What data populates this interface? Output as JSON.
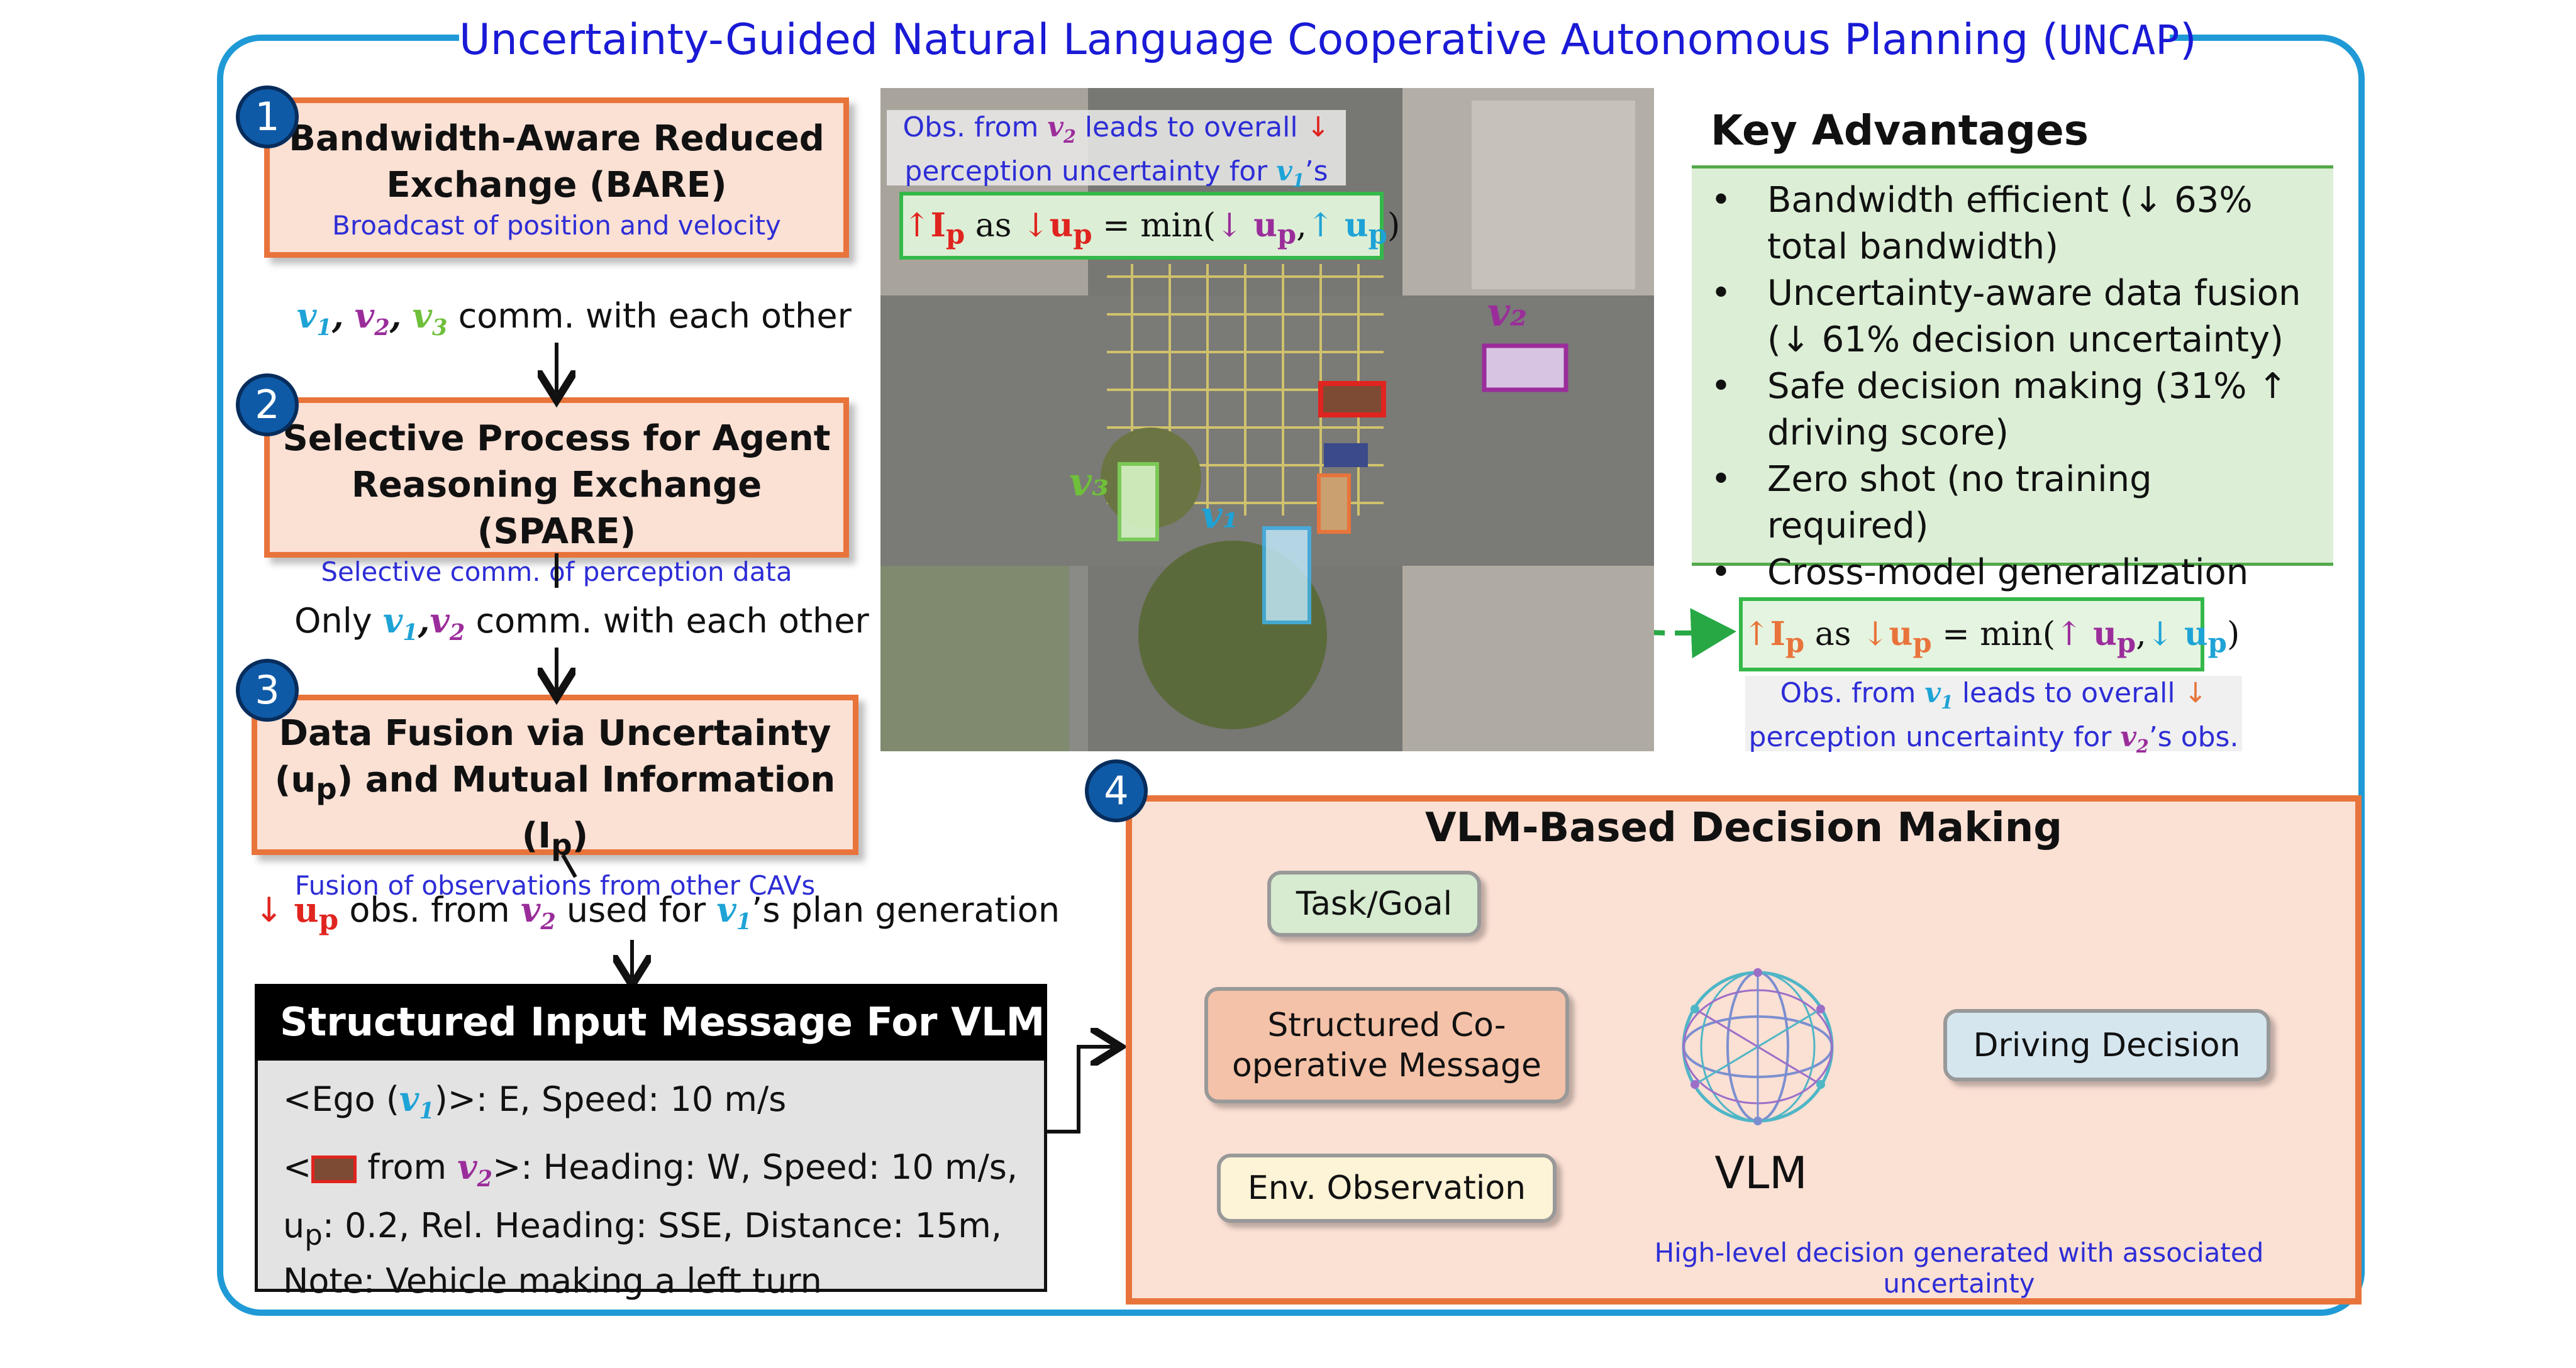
{
  "title": {
    "main": "Uncertainty-Guided Natural Language Cooperative Autonomous Planning (",
    "acronym": "UNCAP",
    "close": ")"
  },
  "steps": [
    {
      "number": "1",
      "title_line1": "Bandwidth-Aware Reduced",
      "title_line2": "Exchange (BARE)",
      "subtitle": "Broadcast of position and velocity"
    },
    {
      "number": "2",
      "title_line1": "Selective Process for Agent",
      "title_line2": "Reasoning Exchange (SPARE)",
      "subtitle": "Selective comm. of perception data"
    },
    {
      "number": "3",
      "title_line1": "Data Fusion via Uncertainty",
      "title_line2_a": "(u",
      "title_line2_sub": "p",
      "title_line2_b": ") and Mutual Information (I",
      "title_line2_sub2": "p",
      "title_line2_c": ")",
      "subtitle": "Fusion of observations from other CAVs"
    }
  ],
  "flow": {
    "f1_text": " comm. with each other",
    "f2_prefix": "Only ",
    "f2_text": " comm. with each other",
    "f3_arrow": "↓ ",
    "f3_u": "u",
    "f3_sub": "p",
    "f3_mid": " obs. from ",
    "f3_mid2": " used for ",
    "f3_end": "’s plan generation"
  },
  "vehicles": {
    "v": "v",
    "s1": "1",
    "s2": "2",
    "s3": "3",
    "comma": ","
  },
  "aerial": {
    "caption_top_a": "Obs. from ",
    "caption_top_b": " leads to overall ",
    "caption_top_arrow": "↓",
    "caption_top_c": "perception uncertainty for ",
    "caption_top_d": "’s obs.",
    "eq_top": {
      "a": "↑",
      "I": "I",
      "p": "p",
      "as": " as ",
      "b": "↓",
      "u": "u",
      "eq": " = min(",
      "c": "↓ ",
      "d": ",",
      "e": "↑ ",
      "close": ")"
    },
    "label_v1": "v₁",
    "label_v2": "v₂",
    "label_v3": "v₃"
  },
  "eq_right": {
    "a": "↑",
    "I": "I",
    "p": "p",
    "as": " as ",
    "b": "↓",
    "u": "u",
    "eq": " = min(",
    "c": "↑ ",
    "d": ",",
    "e": "↓ ",
    "close": ")"
  },
  "caption_right": {
    "a": "Obs. from ",
    "b": " leads to overall ",
    "arrow": "↓",
    "c": "perception uncertainty for ",
    "d": "’s obs."
  },
  "key": {
    "title": "Key Advantages",
    "bullet": "•",
    "items": [
      "Bandwidth efficient (↓ 63% total bandwidth)",
      "Uncertainty-aware data fusion (↓ 61% decision uncertainty)",
      "Safe decision making (31% ↑ driving score)",
      "Zero shot (no training required)",
      "Cross-model generalization"
    ]
  },
  "message": {
    "header": "Structured Input Message For VLM",
    "line1_a": "<Ego (",
    "line1_b": ")>: E, Speed: 10 m/s",
    "line2_a": "<",
    "line2_b": " from ",
    "line2_c": ">: Heading: W, Speed: 10 m/s,",
    "line3_u": "u",
    "line3_sub": "p",
    "line3_rest": ": 0.2, Rel. Heading: SSE, Distance: 15m,",
    "line4": "Note: Vehicle making a left turn"
  },
  "vlm": {
    "number": "4",
    "title": "VLM-Based Decision Making",
    "task": "Task/Goal",
    "structured_l1": "Structured Co-",
    "structured_l2": "operative Message",
    "env": "Env. Observation",
    "vlm_label": "VLM",
    "decision": "Driving Decision",
    "caption": "High-level decision generated with associated uncertainty"
  },
  "colors": {
    "frame": "#1f9ad6",
    "step_border": "#e8743b",
    "step_fill": "#fbe0d4",
    "green_fill": "#dcefd6",
    "green_border": "#35b84a",
    "v1": "#1ea3d6",
    "v2": "#9b2d9b",
    "v3": "#6fbf3a",
    "red": "#e0241f",
    "blue_text": "#2d2dd6"
  }
}
